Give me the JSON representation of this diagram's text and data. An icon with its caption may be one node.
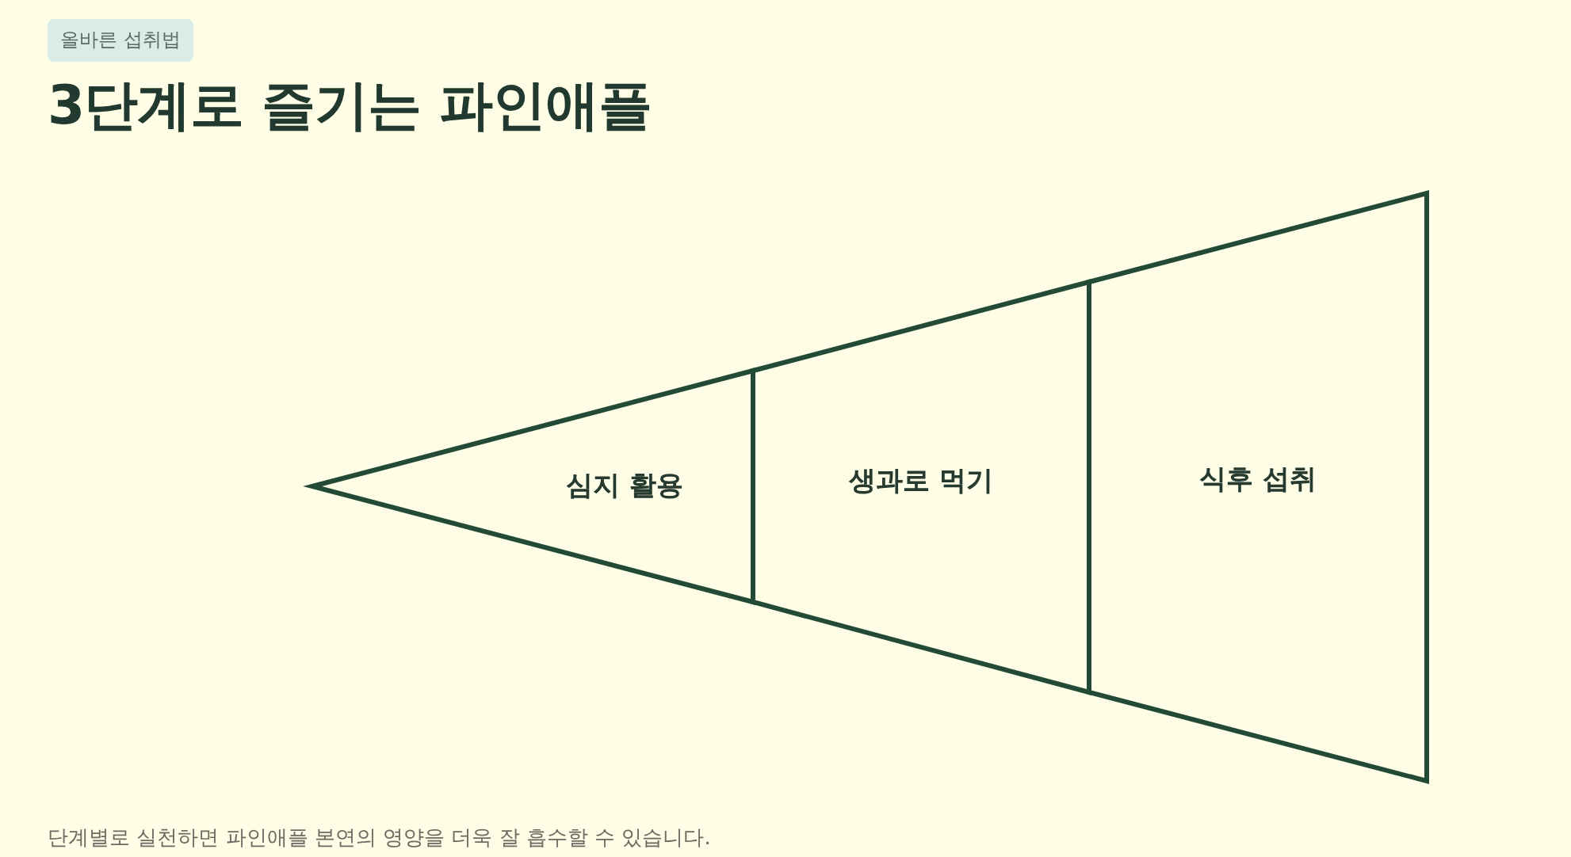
{
  "diagram": {
    "title": "3단계로 즐기는 파인애플",
    "caption": "단계별로 실천하면 파인애플 본연의 영양을 더욱 잘 흡수할 수 있습니다.",
    "nodes": [
      {
        "text": [
          "심지 활용"
        ]
      },
      {
        "text": [
          "생과로 먹기"
        ]
      },
      {
        "text": [
          "식후 섭취"
        ]
      }
    ],
    "labels": [
      "올바른 섭취법"
    ]
  }
}
